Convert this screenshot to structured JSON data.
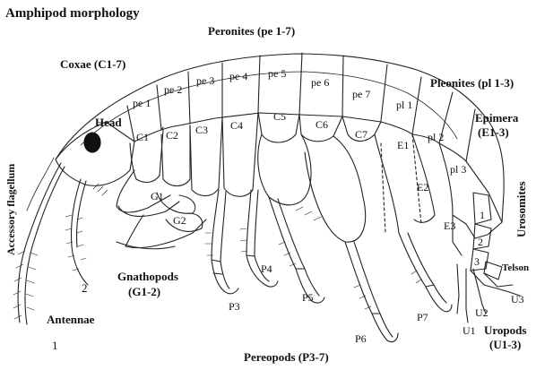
{
  "diagram": {
    "title": "Amphipod morphology",
    "labels": {
      "peronites": "Peronites (pe 1-7)",
      "coxae": "Coxae (C1-7)",
      "pleonites": "Pleonites (pl 1-3)",
      "epimera": "Epimera",
      "epimera_range": "(E1-3)",
      "head": "Head",
      "accessory_flagellum": "Accessory flagellum",
      "urosomites": "Urosomites",
      "telson": "Telson",
      "gnathopods": "Gnathopods",
      "gnathopods_range": "(G1-2)",
      "antennae": "Antennae",
      "uropods": "Uropods",
      "uropods_range": "(U1-3)",
      "pereopods": "Pereopods (P3-7)",
      "antenna_1": "1",
      "antenna_2": "2",
      "pe1": "pe 1",
      "pe2": "pe 2",
      "pe3": "pe 3",
      "pe4": "pe 4",
      "pe5": "pe 5",
      "pe6": "pe 6",
      "pe7": "pe 7",
      "pl1": "pl 1",
      "pl2": "pl 2",
      "pl3": "pl 3",
      "c1": "C1",
      "c2": "C2",
      "c3": "C3",
      "c4": "C4",
      "c5": "C5",
      "c6": "C6",
      "c7": "C7",
      "e1": "E1",
      "e2": "E2",
      "e3": "E3",
      "g1": "G1",
      "g2": "G2",
      "p3": "P3",
      "p4": "P4",
      "p5": "P5",
      "p6": "P6",
      "p7": "P7",
      "u1": "U1",
      "u2": "U2",
      "u3": "U3",
      "uro1": "1",
      "uro2": "2",
      "uro3": "3"
    }
  }
}
